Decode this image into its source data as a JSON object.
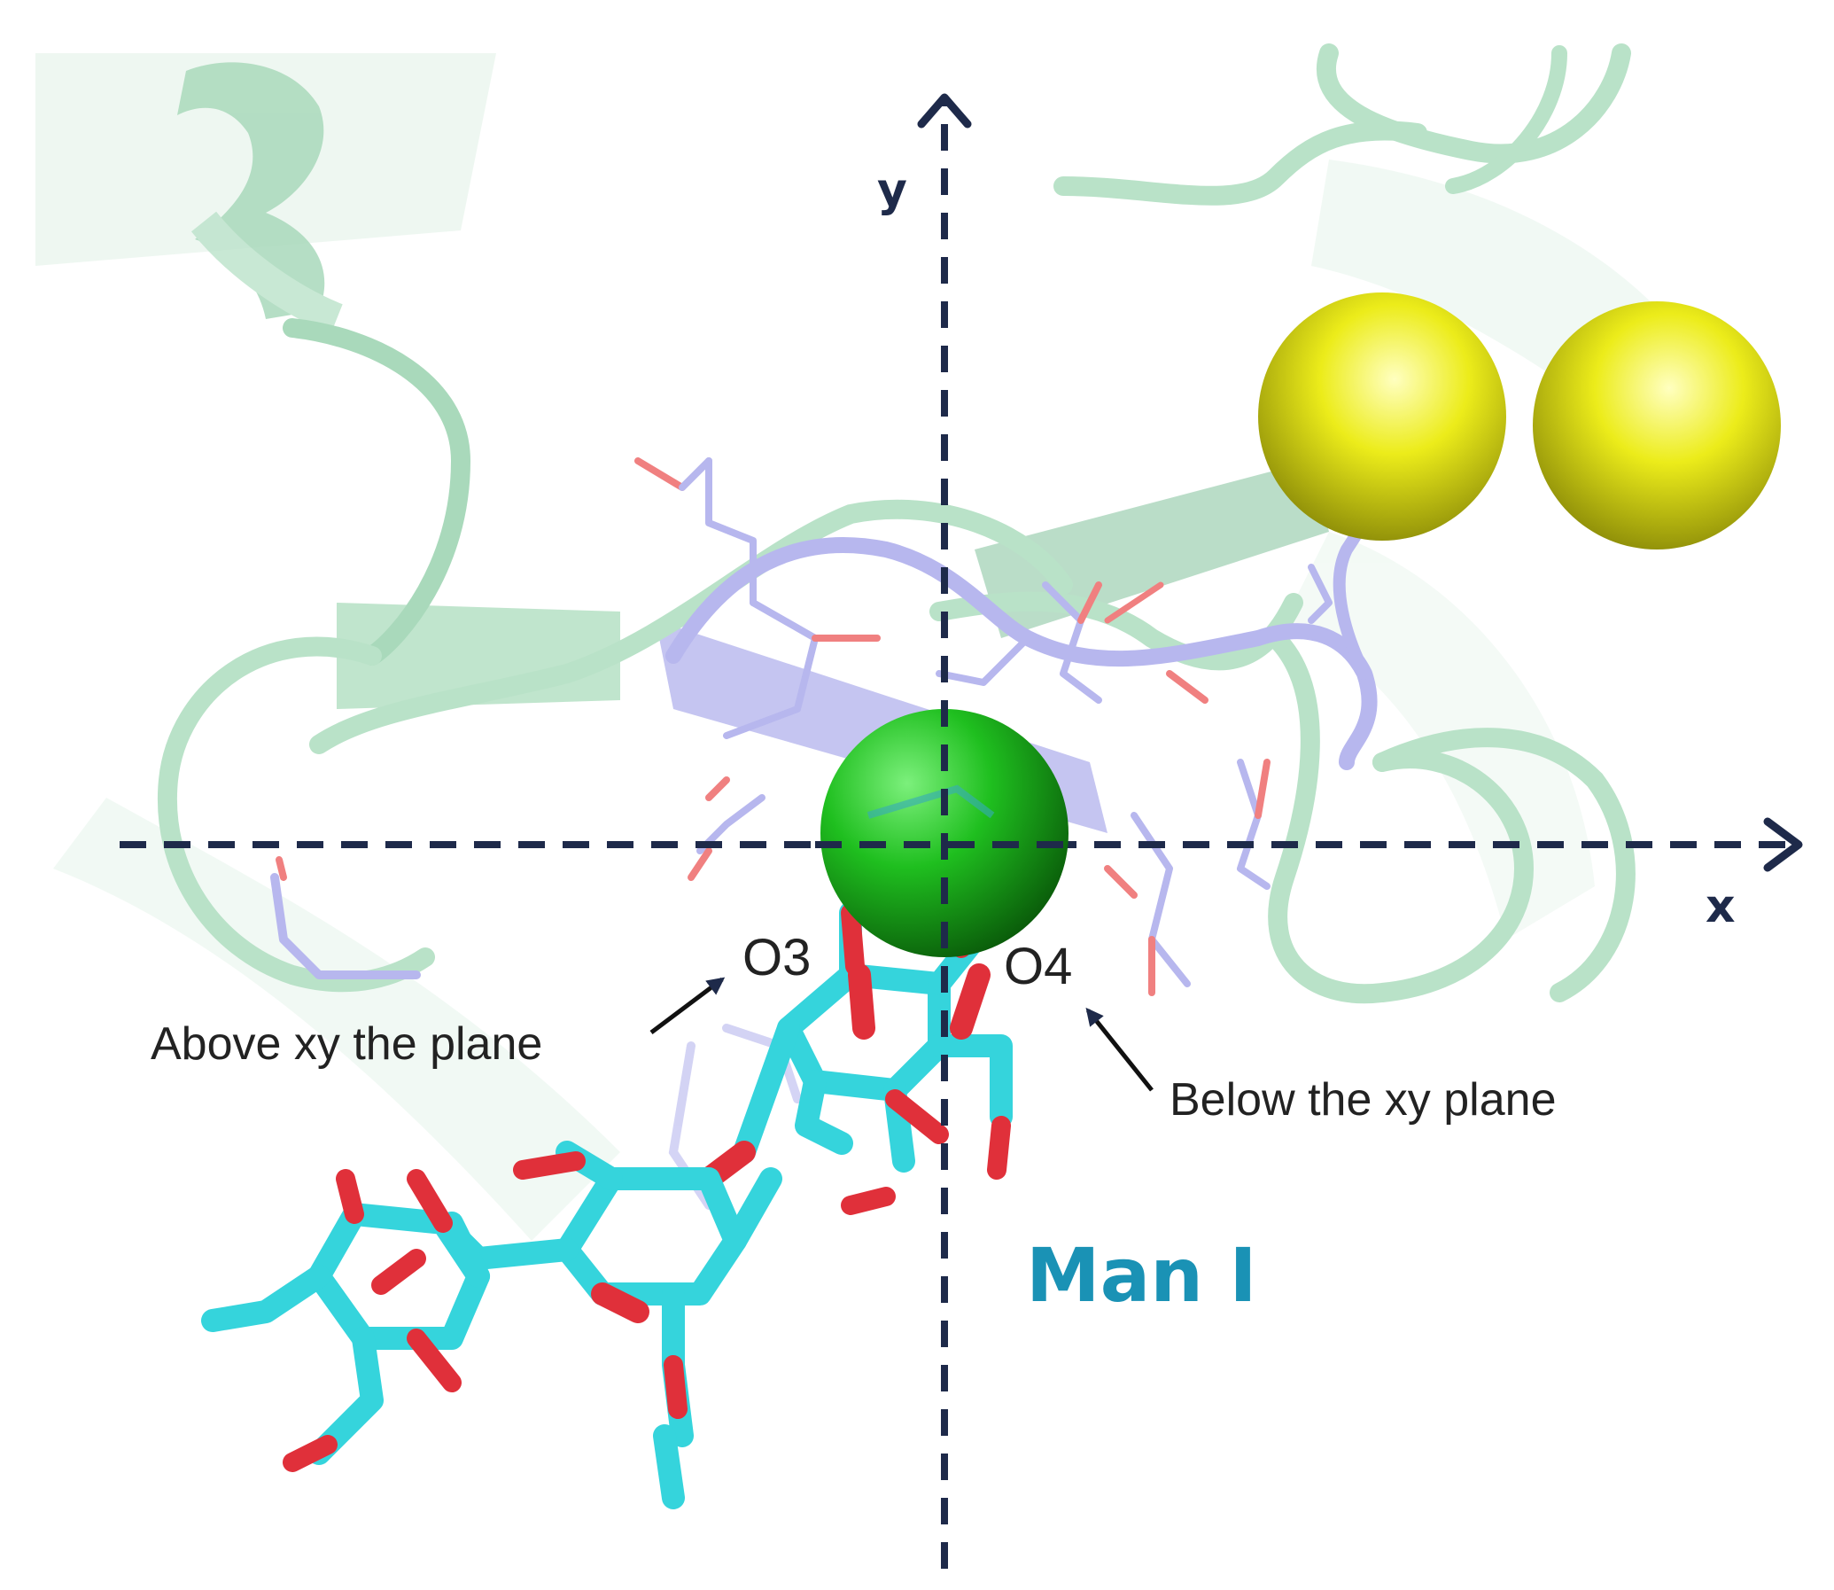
{
  "labels": {
    "y_axis": "y",
    "x_axis": "x",
    "o3": "O3",
    "o4": "O4",
    "above_note": "Above xy the plane",
    "below_note": "Below the xy plane",
    "residue": "Man I"
  },
  "colors": {
    "axis": "#1e2a4a",
    "ribbon": "#b9e2c8",
    "ribbon_dark": "#9ccfb1",
    "loop_residues": "#b7b7ee",
    "oxygen": "#e0303a",
    "carbon": "#35d4dc",
    "metal_green": "#1fbf1f",
    "metal_yellow": "#ecec1a",
    "residue_label": "#1a92b5",
    "text": "#222222"
  },
  "icons": {
    "arrow_o3": "arrow-up-right-icon",
    "arrow_o4": "arrow-up-left-icon"
  }
}
